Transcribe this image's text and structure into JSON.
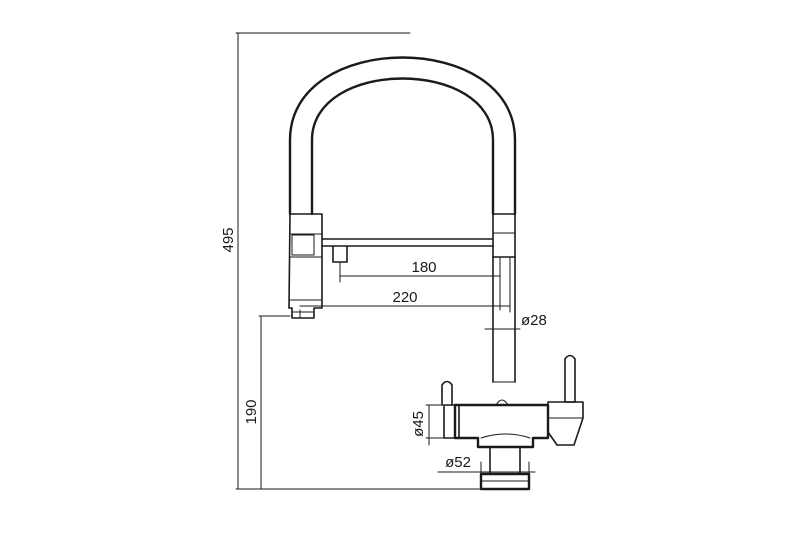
{
  "diagram": {
    "dimensions": {
      "overall_height": "495",
      "spout_height": "190",
      "reach_inner": "180",
      "reach_outer": "220",
      "hose_diameter": "ø28",
      "body_diameter": "ø45",
      "base_diameter": "ø52"
    }
  }
}
